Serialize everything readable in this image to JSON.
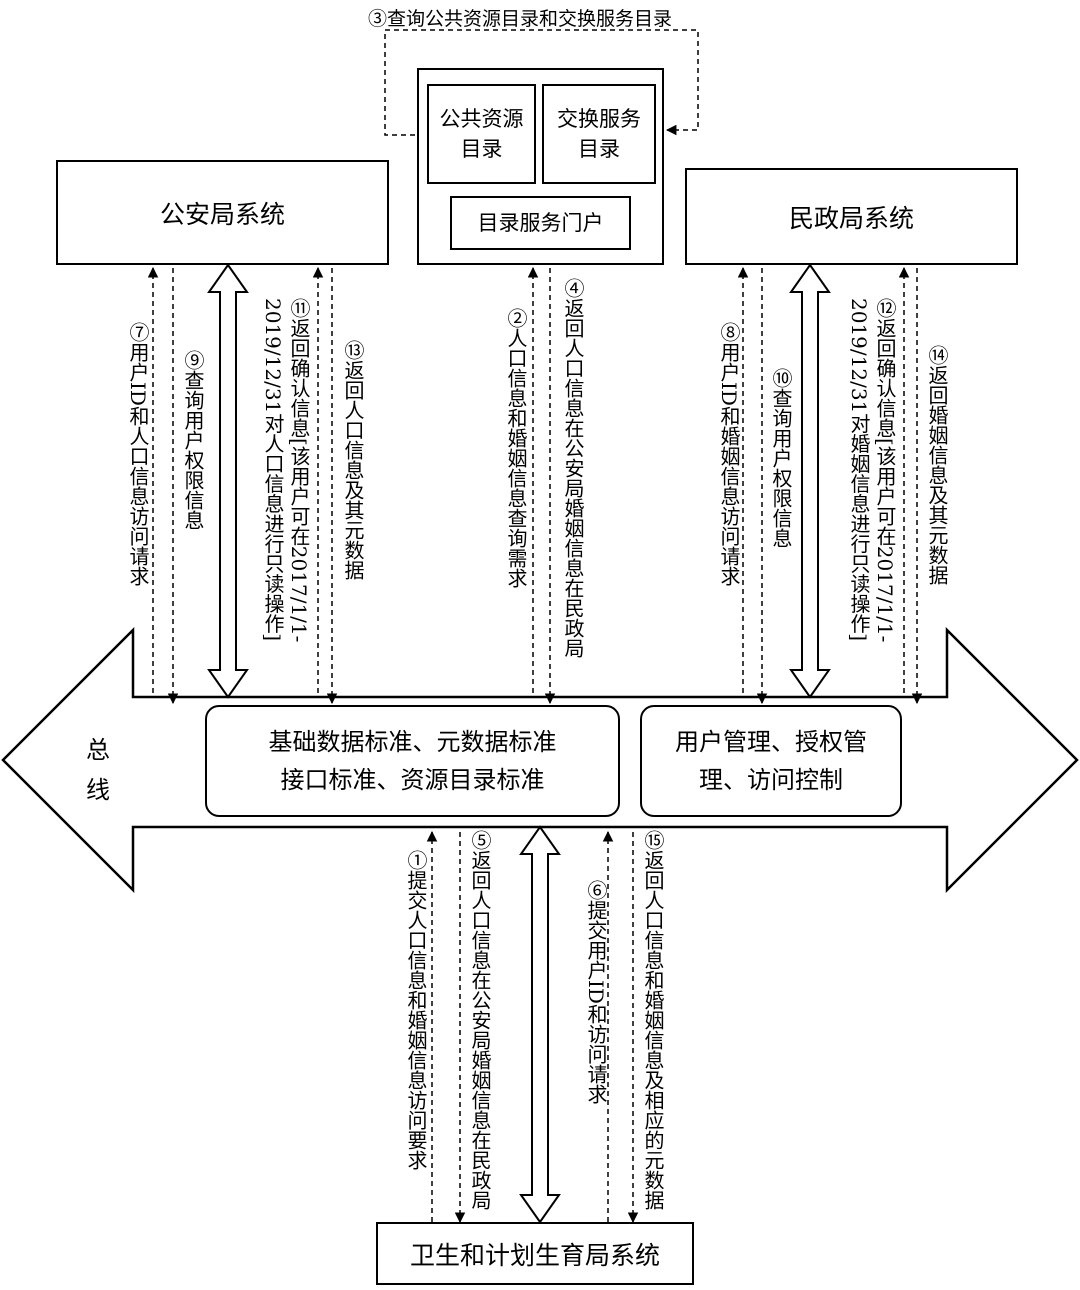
{
  "top_query_label": "③查询公共资源目录和交换服务目录",
  "catalog": {
    "public_resource": [
      "公共资源",
      "目录"
    ],
    "exchange_service": [
      "交换服务",
      "目录"
    ],
    "portal": "目录服务门户"
  },
  "systems": {
    "public_security": "公安局系统",
    "civil_affairs": "民政局系统",
    "health": "卫生和计划生育局系统"
  },
  "bus": {
    "label_top": "总",
    "label_bottom": "线",
    "standards": [
      "基础数据标准、元数据标准",
      "接口标准、资源目录标准"
    ],
    "management": [
      "用户管理、授权管",
      "理、访问控制"
    ]
  },
  "flows": {
    "f7": "⑦用户ID和人口信息访问请求",
    "f9": "⑨查询用户权限信息",
    "f11": "⑪返回确认信息[该用户可在2017/1/1-\n2019/12/31对人口信息进行只读操作]",
    "f13": "⑬返回人口信息及其元数据",
    "f2": "②人口信息和婚姻信息查询需求",
    "f4": "④返回人口信息在公安局婚姻信息在民政局",
    "f8": "⑧用户ID和婚姻信息访问请求",
    "f10": "⑩查询用户权限信息",
    "f12": "⑫返回确认信息[该用户可在2017/1/1-\n2019/12/31对婚姻信息进行只读操作]",
    "f14": "⑭返回婚姻信息及其元数据",
    "f1": "①提交人口信息和婚姻信息访问要求",
    "f5": "⑤返回人口信息在公安局婚姻信息在民政局",
    "f6": "⑥提交用户ID和访问请求",
    "f15": "⑮返回人口信息和婚姻信息及相应的元数据"
  }
}
